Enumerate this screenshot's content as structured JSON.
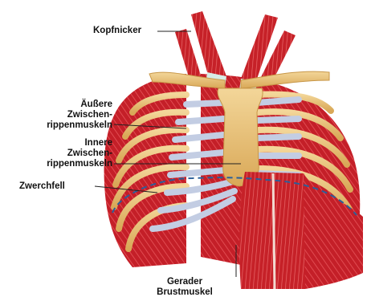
{
  "labels": {
    "sternocleidomastoid": "Kopfnicker",
    "external_intercostal": [
      "Äußere",
      "Zwischen-",
      "rippenmuskeln"
    ],
    "internal_intercostal": [
      "Innere",
      "Zwischen-",
      "rippenmuskeln"
    ],
    "diaphragm": "Zwerchfell",
    "rectus_abdominis": [
      "Gerader",
      "Brustmuskel"
    ]
  },
  "colors": {
    "muscle": "#c8202a",
    "muscle_light": "#e65a5e",
    "bone": "#e9c27a",
    "cartilage": "#c3cde3",
    "diaphragm_line": "#2a5f9a",
    "leader_line": "#222222",
    "text": "#111111"
  }
}
